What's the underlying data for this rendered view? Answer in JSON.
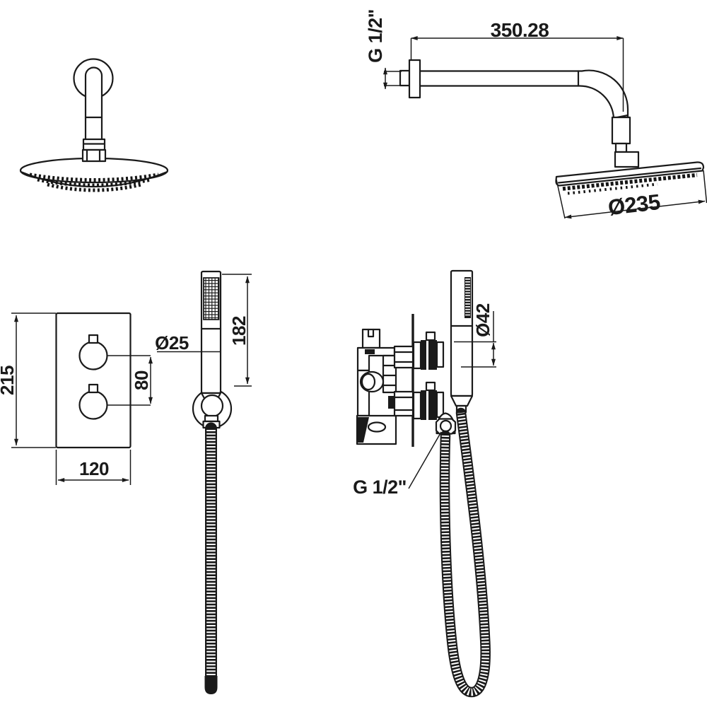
{
  "drawing": {
    "type": "technical-dimension-diagram",
    "subject": "concealed thermostatic shower set with overhead shower, dual-handle valve and handheld shower on hose",
    "units_note": "dimensions in mm, threads in inches"
  },
  "labels": {
    "arm_length": "350.28",
    "wall_thread": "G 1/2\"",
    "head_diameter": "Ø235",
    "plate_height": "215",
    "plate_width": "120",
    "handle_spacing": "80",
    "handset_diameter": "Ø25",
    "handset_length": "182",
    "handle_diameter": "Ø42",
    "outlet_thread": "G 1/2\""
  },
  "style": {
    "line_color": "#1a1a1a",
    "background": "#ffffff"
  }
}
